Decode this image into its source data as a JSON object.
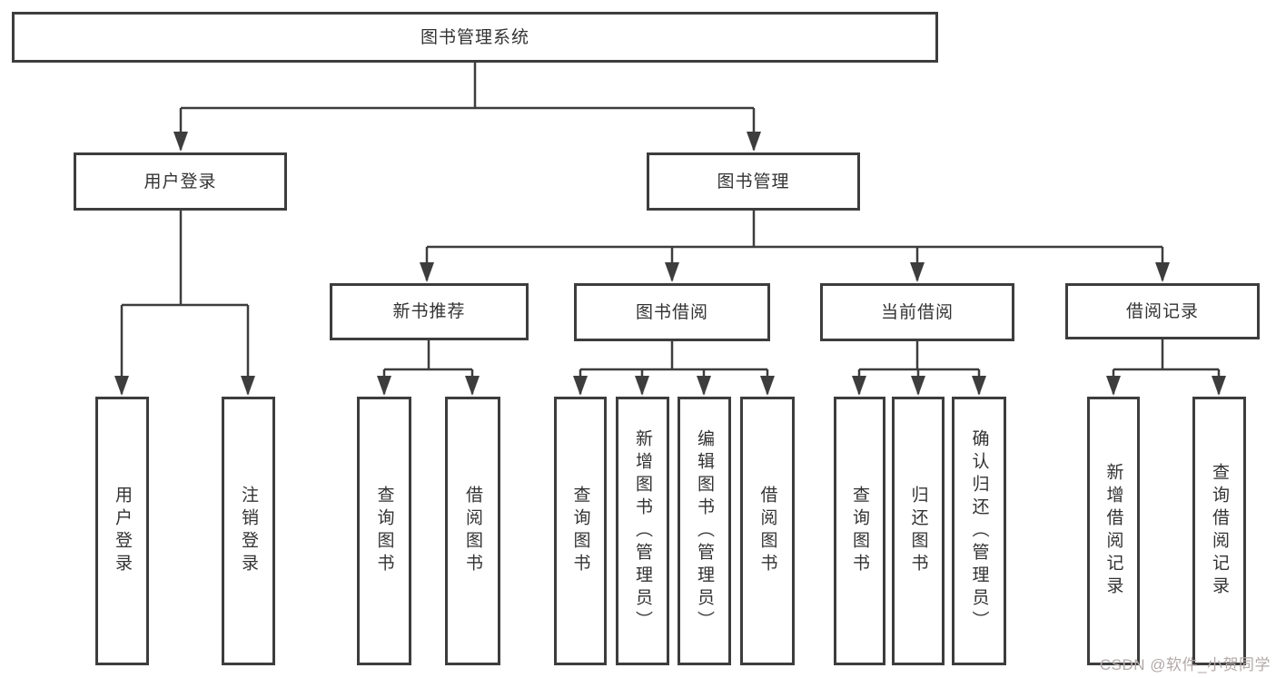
{
  "colors": {
    "line": "#3d3d3d",
    "text": "#333333",
    "background": "#ffffff",
    "watermark": "#b3a9a9"
  },
  "watermark": {
    "text": "CSDN @软件_小贺同学"
  },
  "tree": {
    "label": "图书管理系统",
    "children": [
      {
        "label": "用户登录",
        "children": [
          {
            "label": "用户登录"
          },
          {
            "label": "注销登录"
          }
        ]
      },
      {
        "label": "图书管理",
        "children": [
          {
            "label": "新书推荐",
            "children": [
              {
                "label": "查询图书"
              },
              {
                "label": "借阅图书"
              }
            ]
          },
          {
            "label": "图书借阅",
            "children": [
              {
                "label": "查询图书"
              },
              {
                "label": "新增图书（管理员）"
              },
              {
                "label": "编辑图书（管理员）"
              },
              {
                "label": "借阅图书"
              }
            ]
          },
          {
            "label": "当前借阅",
            "children": [
              {
                "label": "查询图书"
              },
              {
                "label": "归还图书"
              },
              {
                "label": "确认归还（管理员）"
              }
            ]
          },
          {
            "label": "借阅记录",
            "children": [
              {
                "label": "新增借阅记录"
              },
              {
                "label": "查询借阅记录"
              }
            ]
          }
        ]
      }
    ]
  }
}
